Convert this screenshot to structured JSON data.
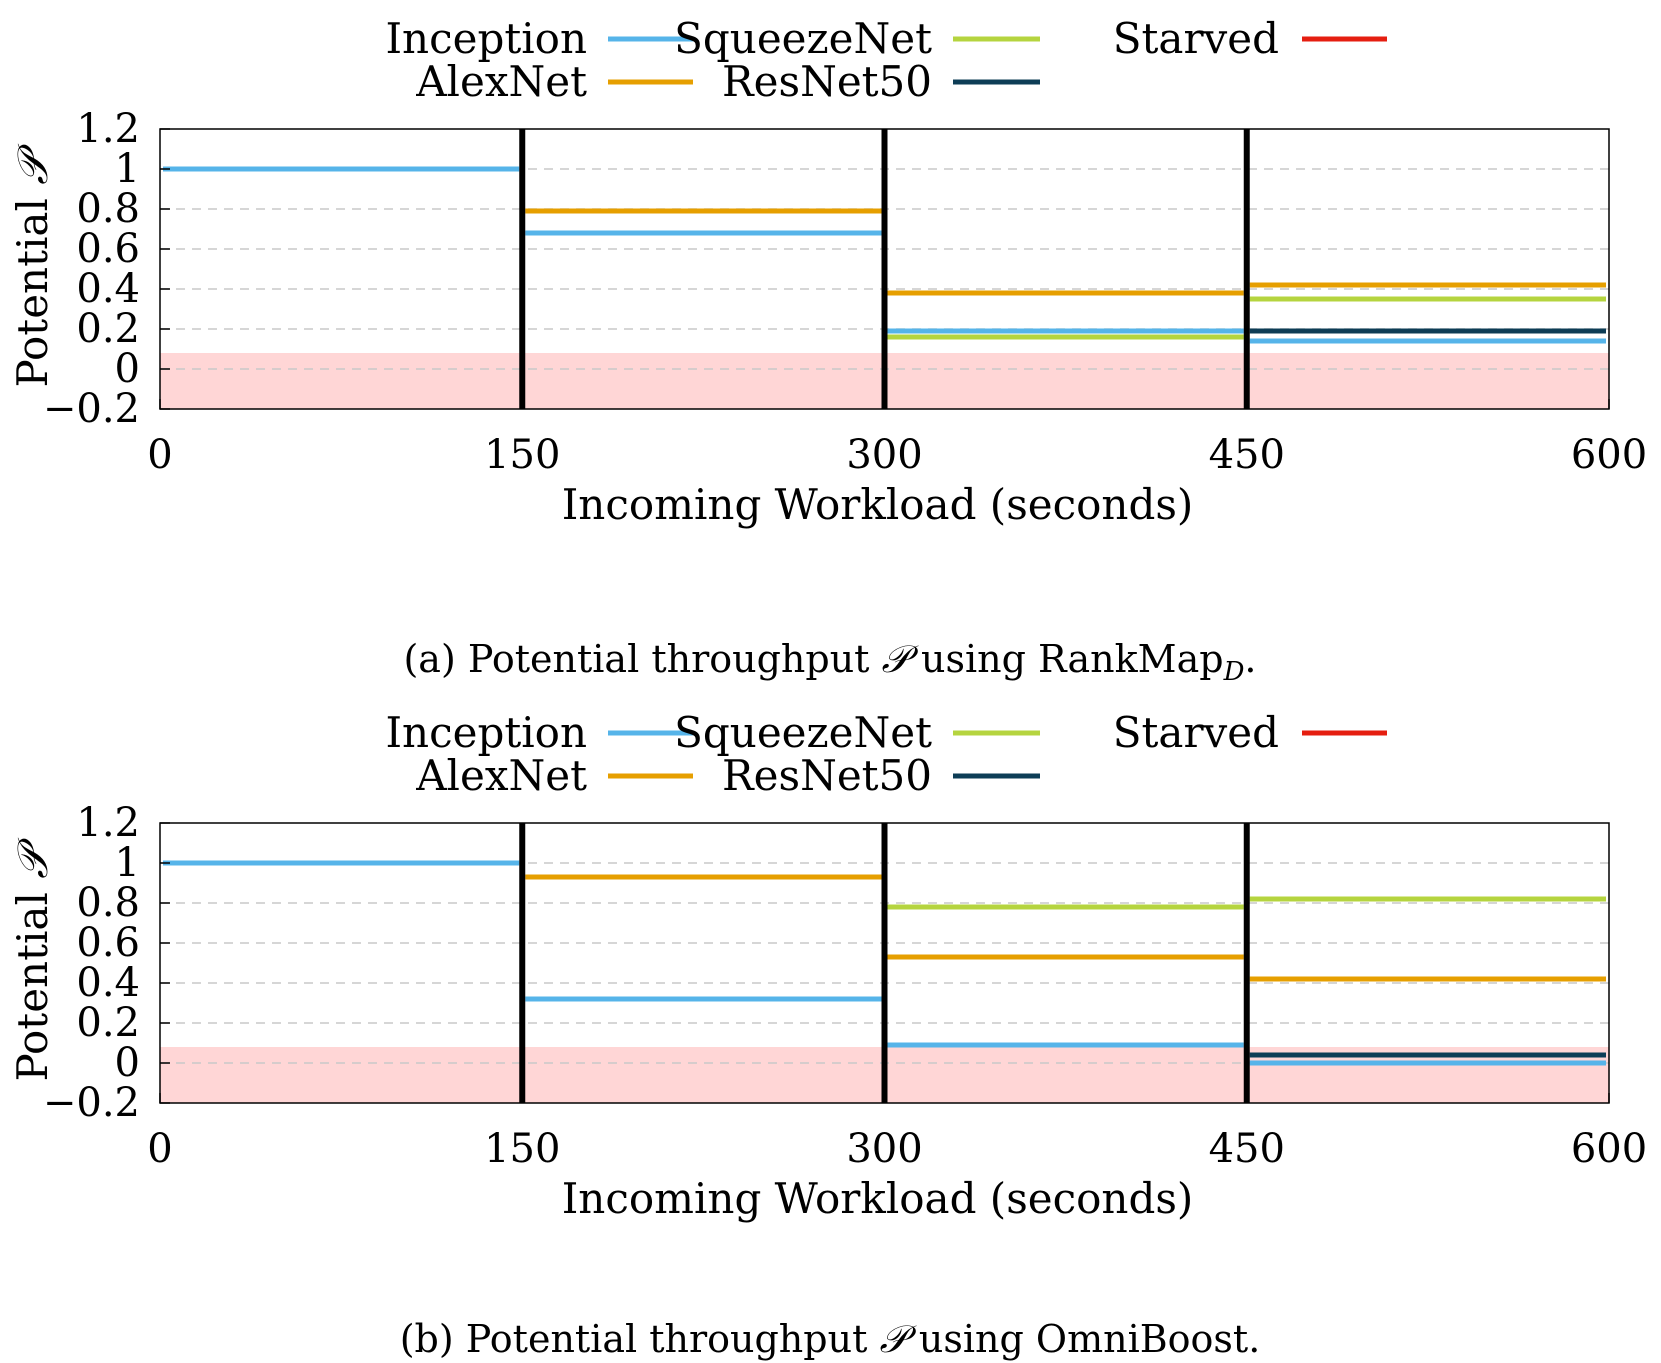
{
  "starved_fill": "#ffd6d6",
  "grid_color": "#c8c8c8",
  "chart_data": [
    {
      "type": "line",
      "caption_pre": "(a) Potential throughput ",
      "caption_post": " using RankMap",
      "caption_sub": "D",
      "caption_end": ".",
      "symbol": "𝒫",
      "xlabel": "Incoming Workload (seconds)",
      "ylabel": "Potential ",
      "xlim": [
        0,
        600
      ],
      "ylim": [
        -0.2,
        1.2
      ],
      "xticks": [
        0,
        150,
        300,
        450,
        600
      ],
      "xtick_labels": [
        "0",
        "150",
        "300",
        "450",
        "600"
      ],
      "yticks": [
        -0.2,
        0,
        0.2,
        0.4,
        0.6,
        0.8,
        1,
        1.2
      ],
      "ytick_labels": [
        "−0.2",
        "0",
        "0.2",
        "0.4",
        "0.6",
        "0.8",
        "1",
        "1.2"
      ],
      "phase_boundaries": [
        150,
        300,
        450
      ],
      "starved_threshold": 0.08,
      "grid": "horizontal dashed",
      "legend_position": "top",
      "series": [
        {
          "name": "Inception",
          "color": "#56b4e9",
          "segments": [
            {
              "x": [
                0,
                150
              ],
              "y": 1.0
            },
            {
              "x": [
                150,
                300
              ],
              "y": 0.68
            },
            {
              "x": [
                300,
                450
              ],
              "y": 0.19
            },
            {
              "x": [
                450,
                600
              ],
              "y": 0.14
            }
          ]
        },
        {
          "name": "AlexNet",
          "color": "#e69f00",
          "segments": [
            {
              "x": [
                150,
                300
              ],
              "y": 0.79
            },
            {
              "x": [
                300,
                450
              ],
              "y": 0.38
            },
            {
              "x": [
                450,
                600
              ],
              "y": 0.42
            }
          ]
        },
        {
          "name": "SqueezeNet",
          "color": "#b5d43f",
          "segments": [
            {
              "x": [
                300,
                450
              ],
              "y": 0.16
            },
            {
              "x": [
                450,
                600
              ],
              "y": 0.35
            }
          ]
        },
        {
          "name": "ResNet50",
          "color": "#0d3d56",
          "segments": [
            {
              "x": [
                450,
                600
              ],
              "y": 0.19
            }
          ]
        },
        {
          "name": "Starved",
          "color": "#e51e10",
          "segments": []
        }
      ]
    },
    {
      "type": "line",
      "caption_pre": "(b) Potential throughput ",
      "caption_post": " using OmniBoost.",
      "caption_sub": "",
      "caption_end": "",
      "symbol": "𝒫",
      "xlabel": "Incoming Workload (seconds)",
      "ylabel": "Potential ",
      "xlim": [
        0,
        600
      ],
      "ylim": [
        -0.2,
        1.2
      ],
      "xticks": [
        0,
        150,
        300,
        450,
        600
      ],
      "xtick_labels": [
        "0",
        "150",
        "300",
        "450",
        "600"
      ],
      "yticks": [
        -0.2,
        0,
        0.2,
        0.4,
        0.6,
        0.8,
        1,
        1.2
      ],
      "ytick_labels": [
        "−0.2",
        "0",
        "0.2",
        "0.4",
        "0.6",
        "0.8",
        "1",
        "1.2"
      ],
      "phase_boundaries": [
        150,
        300,
        450
      ],
      "starved_threshold": 0.08,
      "grid": "horizontal dashed",
      "legend_position": "top",
      "series": [
        {
          "name": "Inception",
          "color": "#56b4e9",
          "segments": [
            {
              "x": [
                0,
                150
              ],
              "y": 1.0
            },
            {
              "x": [
                150,
                300
              ],
              "y": 0.32
            },
            {
              "x": [
                300,
                450
              ],
              "y": 0.09
            },
            {
              "x": [
                450,
                600
              ],
              "y": 0.0
            }
          ]
        },
        {
          "name": "AlexNet",
          "color": "#e69f00",
          "segments": [
            {
              "x": [
                150,
                300
              ],
              "y": 0.93
            },
            {
              "x": [
                300,
                450
              ],
              "y": 0.53
            },
            {
              "x": [
                450,
                600
              ],
              "y": 0.42
            }
          ]
        },
        {
          "name": "SqueezeNet",
          "color": "#b5d43f",
          "segments": [
            {
              "x": [
                300,
                450
              ],
              "y": 0.78
            },
            {
              "x": [
                450,
                600
              ],
              "y": 0.82
            }
          ]
        },
        {
          "name": "ResNet50",
          "color": "#0d3d56",
          "segments": [
            {
              "x": [
                450,
                600
              ],
              "y": 0.04
            }
          ]
        },
        {
          "name": "Starved",
          "color": "#e51e10",
          "segments": []
        }
      ]
    }
  ]
}
